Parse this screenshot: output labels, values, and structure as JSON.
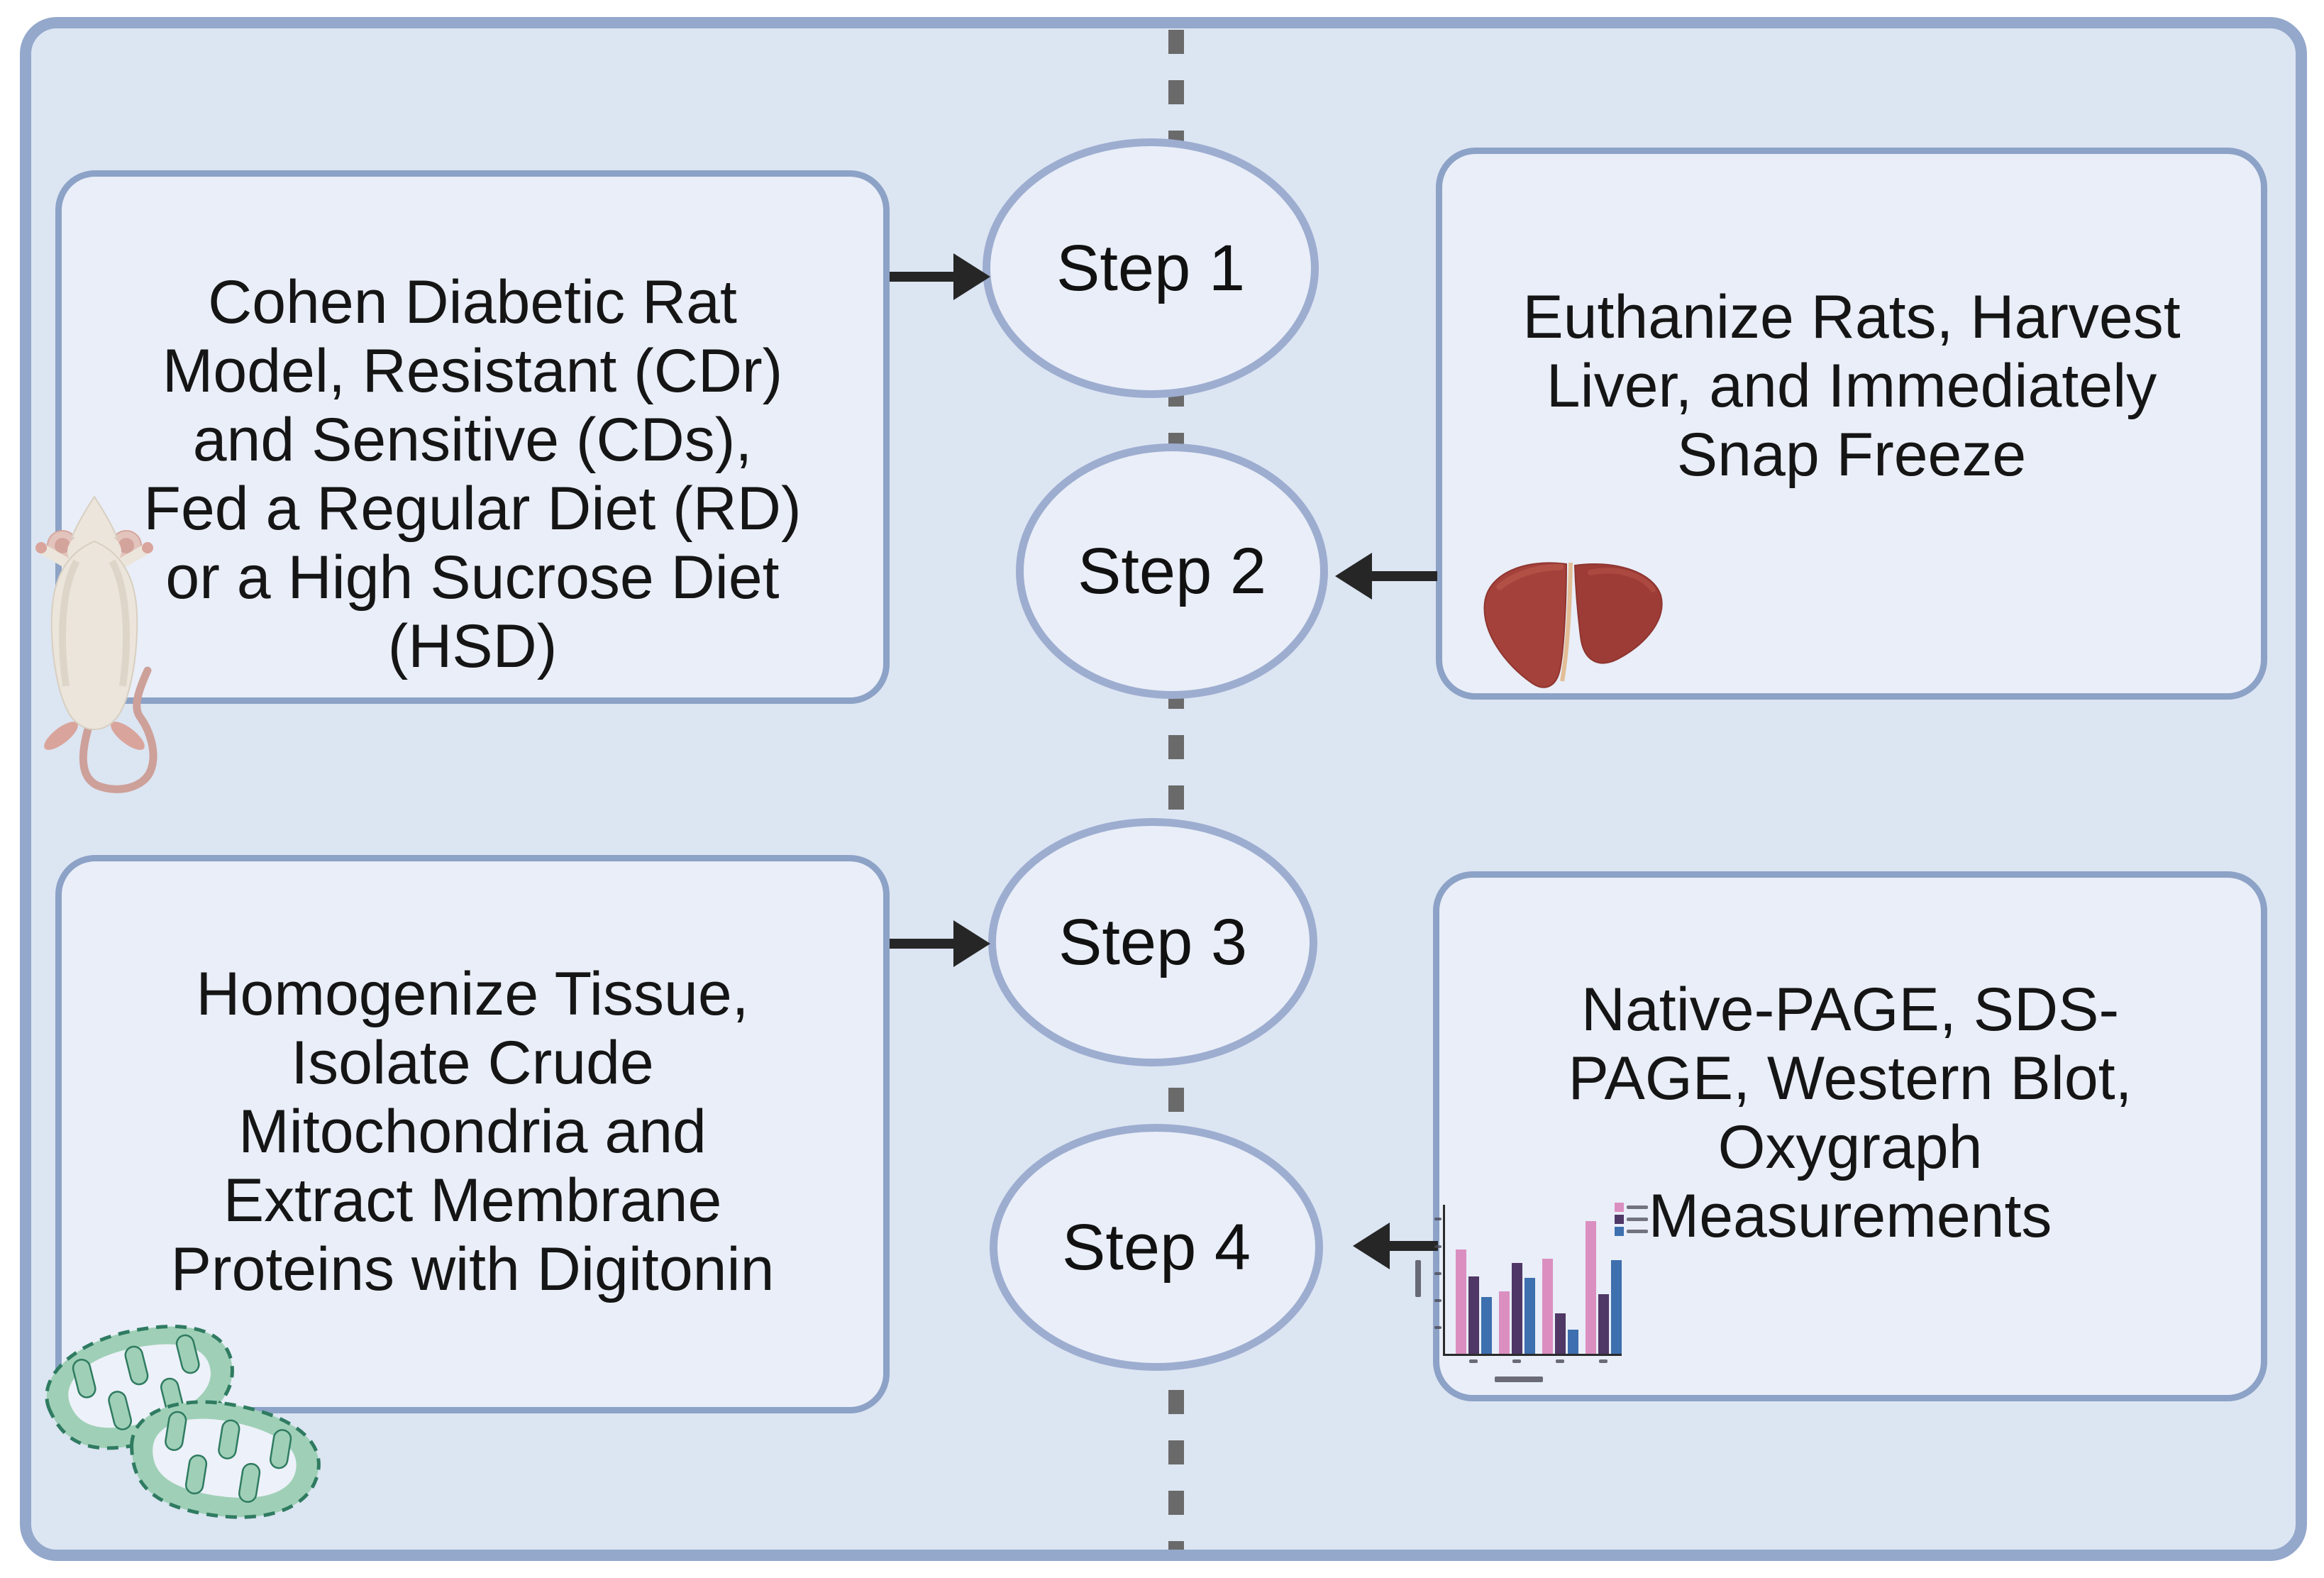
{
  "figure": {
    "type": "protocol-flow-diagram",
    "steps": [
      {
        "label": "Step 1"
      },
      {
        "label": "Step 2"
      },
      {
        "label": "Step 3"
      },
      {
        "label": "Step 4"
      }
    ],
    "boxes": [
      {
        "lines": [
          "Cohen Diabetic Rat",
          "Model, Resistant (CDr)",
          "and Sensitive (CDs),",
          "Fed a Regular Diet (RD)",
          "or a High Sucrose Diet",
          "(HSD)"
        ]
      },
      {
        "lines": [
          "Euthanize Rats, Harvest",
          "Liver, and Immediately",
          "Snap Freeze"
        ]
      },
      {
        "lines": [
          "Homogenize Tissue,",
          "Isolate Crude",
          "Mitochondria and",
          "Extract Membrane",
          "Proteins with Digitonin"
        ]
      },
      {
        "lines": [
          "Native-PAGE, SDS-",
          "PAGE, Western Blot,",
          "Oxygraph",
          "Measurements"
        ]
      }
    ],
    "illustrations": [
      {
        "name": "rat-illustration",
        "depicts": "laboratory rat, top view"
      },
      {
        "name": "liver-illustration",
        "depicts": "rat liver"
      },
      {
        "name": "mitochondria-illustration",
        "depicts": "two mitochondria with cristae, dashed membrane"
      },
      {
        "name": "mini-bar-chart",
        "depicts": "small grouped bar graph"
      }
    ],
    "colors": {
      "frame_border": "#93A8CB",
      "canvas_fill": "#DCE5F2",
      "panel_fill": "#E9EEF8",
      "panel_border": "#8CA2C6",
      "circle_border": "#9DADD0",
      "text": "#151515",
      "dash": "#6A6A6A",
      "arrow": "#262626",
      "liver_red": "#A5413B",
      "mito_green": "#9FD0B7",
      "rat_cream": "#EBE5DB"
    },
    "chart": {
      "type": "bar",
      "groups": 4,
      "series": [
        {
          "name": "series-pink",
          "color": "#DB8FC1",
          "values": [
            0.7,
            0.42,
            0.64,
            0.89
          ]
        },
        {
          "name": "series-purple",
          "color": "#4F3766",
          "values": [
            0.52,
            0.61,
            0.27,
            0.4
          ]
        },
        {
          "name": "series-blue",
          "color": "#3E6FAE",
          "values": [
            0.38,
            0.51,
            0.16,
            0.63
          ]
        }
      ],
      "axis_text": "illegible at source resolution",
      "legend_text": "illegible at source resolution"
    }
  }
}
